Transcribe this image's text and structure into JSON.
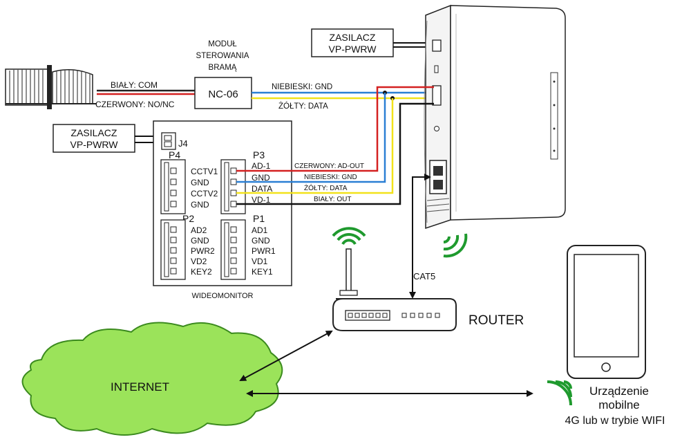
{
  "gate_module": {
    "line1": "MODUŁ",
    "line2": "STEROWANIA",
    "line3": "BRAMĄ",
    "model": "NC-06"
  },
  "gate_wires": {
    "white": "BIAŁY: COM",
    "red": "CZERWONY: NO/NC"
  },
  "module_wires": {
    "blue": "NIEBIESKI: GND",
    "yellow": "ŻÓŁTY: DATA"
  },
  "psu_top": {
    "line1": "ZASILACZ",
    "line2": "VP-PWRW"
  },
  "psu_left": {
    "line1": "ZASILACZ",
    "line2": "VP-PWRW"
  },
  "monitor": {
    "caption": "WIDEOMONITOR",
    "j4": "J4",
    "p4": {
      "title": "P4",
      "pins": [
        "CCTV1",
        "GND",
        "CCTV2",
        "GND"
      ]
    },
    "p3": {
      "title": "P3",
      "pins": [
        "AD-1",
        "GND",
        "DATA",
        "VD-1"
      ]
    },
    "p2": {
      "title": "P2",
      "pins": [
        "AD2",
        "GND",
        "PWR2",
        "VD2",
        "KEY2"
      ]
    },
    "p1": {
      "title": "P1",
      "pins": [
        "AD1",
        "GND",
        "PWR1",
        "VD1",
        "KEY1"
      ]
    }
  },
  "p3_wires": [
    {
      "label": "CZERWONY: AD-OUT",
      "color": "#d42020"
    },
    {
      "label": "NIEBIESKI: GND",
      "color": "#2a7fd4"
    },
    {
      "label": "ŻÓŁTY: DATA",
      "color": "#f2e21a"
    },
    {
      "label": "BIAŁY: OUT",
      "color": "#111111"
    }
  ],
  "cat5": "CAT5",
  "router": "ROUTER",
  "internet": "INTERNET",
  "mobile": {
    "line1": "Urządzenie",
    "line2": "mobilne",
    "line3": "4G lub w trybie WIFI"
  },
  "colors": {
    "wifi_green": "#1f9a2e",
    "cloud_fill": "#9be35a",
    "cloud_stroke": "#3b8a1e"
  }
}
